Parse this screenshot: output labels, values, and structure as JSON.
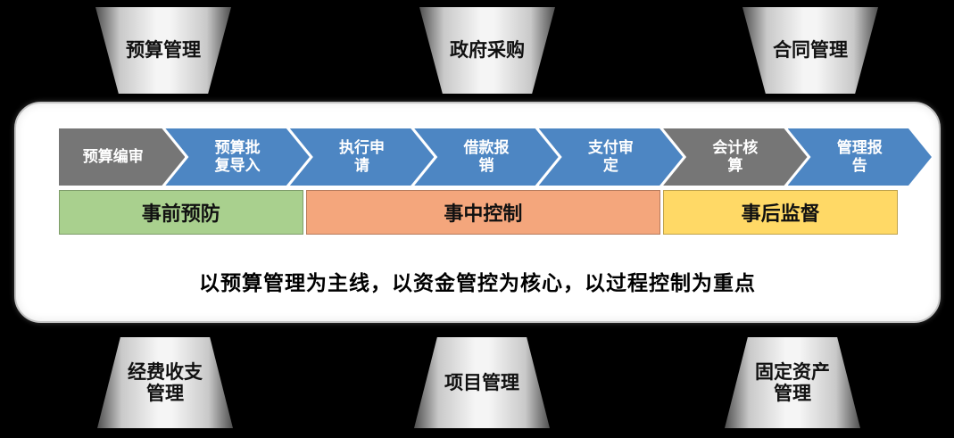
{
  "top_modules": [
    {
      "label": "预算管理"
    },
    {
      "label": "政府采购"
    },
    {
      "label": "合同管理"
    }
  ],
  "bottom_modules": [
    {
      "label": "经费收支\n管理"
    },
    {
      "label": "项目管理"
    },
    {
      "label": "固定资产\n管理"
    }
  ],
  "process_steps": [
    {
      "label": "预算编审",
      "color": "#767676"
    },
    {
      "label": "预算批\n复导入",
      "color": "#4d86c3"
    },
    {
      "label": "执行申\n请",
      "color": "#4d86c3"
    },
    {
      "label": "借款报\n销",
      "color": "#4d86c3"
    },
    {
      "label": "支付审\n定",
      "color": "#4d86c3"
    },
    {
      "label": "会计核\n算",
      "color": "#767676"
    },
    {
      "label": "管理报\n告",
      "color": "#4d86c3"
    }
  ],
  "phases": [
    {
      "label": "事前预防",
      "color": "#a9d08e"
    },
    {
      "label": "事中控制",
      "color": "#f4a67c"
    },
    {
      "label": "事后监督",
      "color": "#ffd966"
    }
  ],
  "caption": "以预算管理为主线，以资金管控为核心，以过程控制为重点"
}
